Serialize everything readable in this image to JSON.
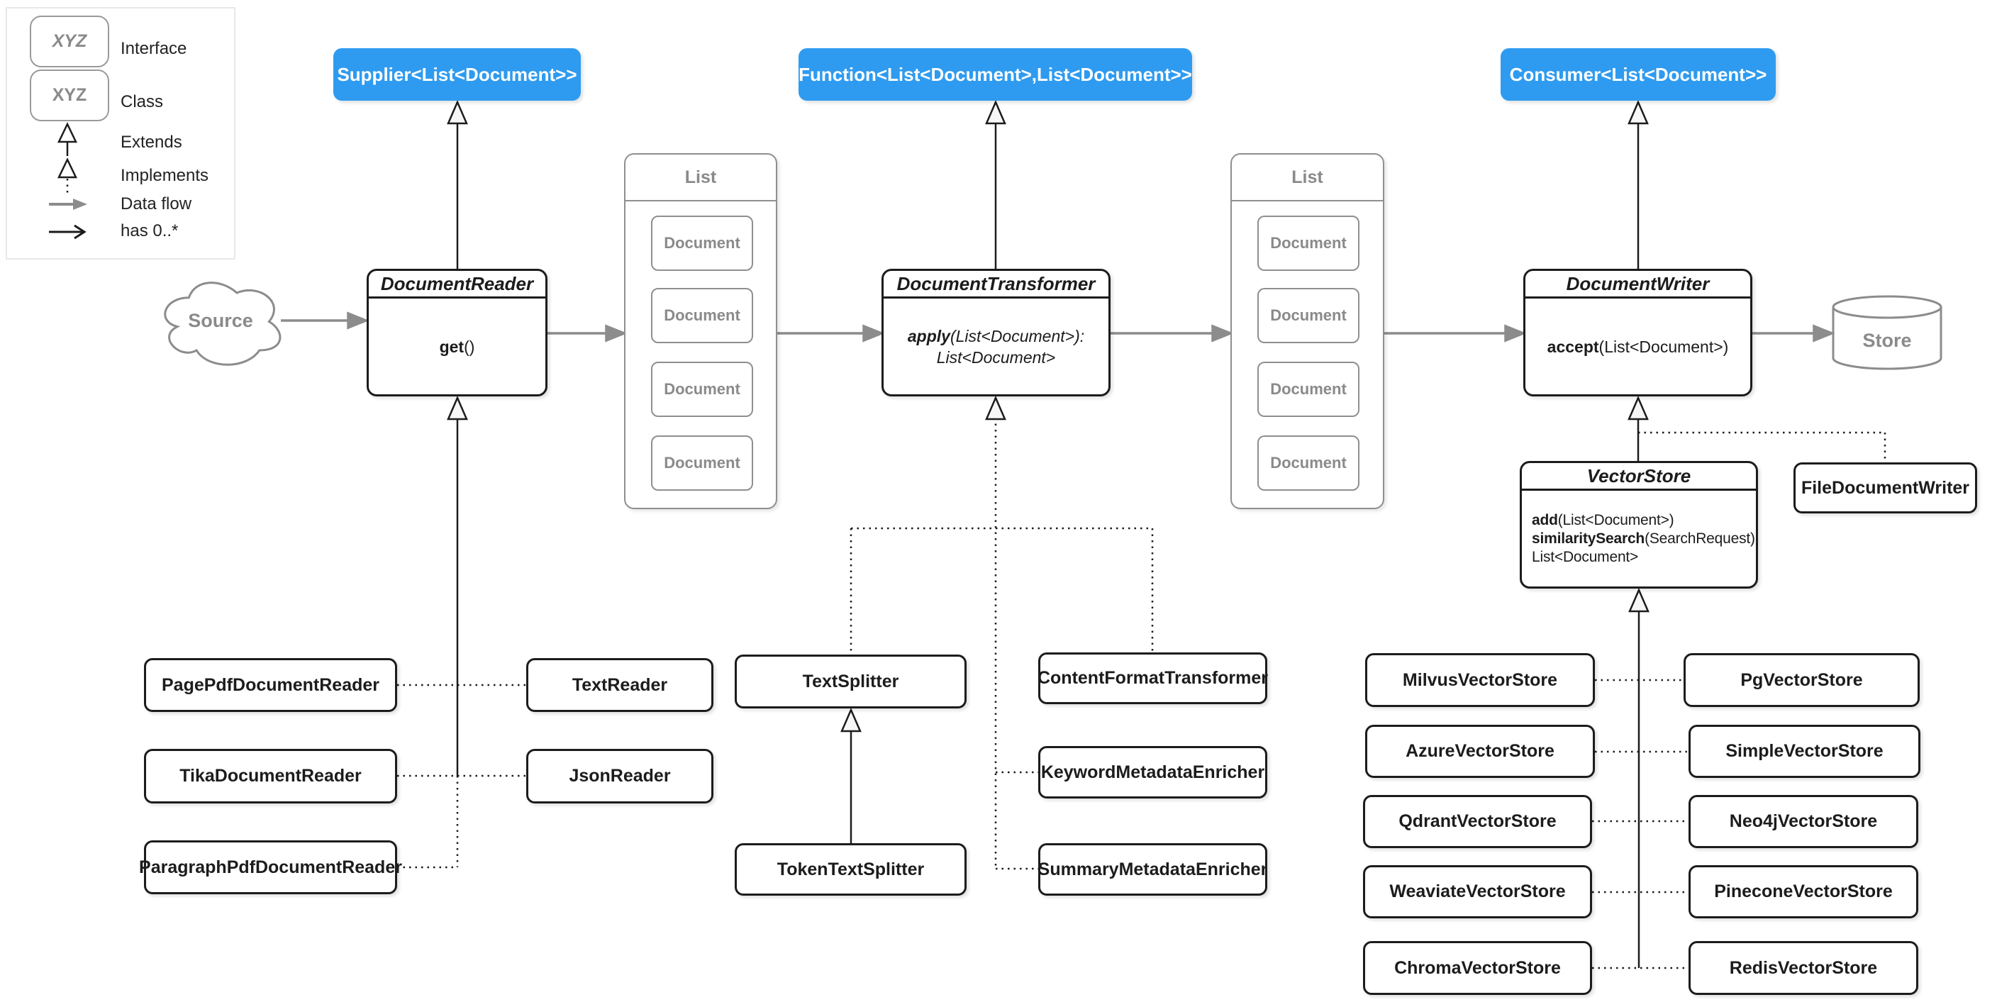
{
  "colors": {
    "interface_fill": "#2e9bf0",
    "interface_text": "#ffffff",
    "muted_gray": "#8c8c8c",
    "line_black": "#1c1c1c"
  },
  "legend": {
    "interface_sample": "XYZ",
    "interface_label": "Interface",
    "class_sample": "XYZ",
    "class_label": "Class",
    "extends_label": "Extends",
    "implements_label": "Implements",
    "data_flow_label": "Data flow",
    "has_label": "has 0..*"
  },
  "interfaces": {
    "supplier": "Supplier<List<Document>>",
    "function": "Function<List<Document>,List<Document>>",
    "consumer": "Consumer<List<Document>>"
  },
  "pipeline": {
    "source_label": "Source",
    "store_label": "Store",
    "document_reader": {
      "title": "DocumentReader",
      "method_name": "get",
      "method_args": "()"
    },
    "document_transformer": {
      "title": "DocumentTransformer",
      "method_name": "apply",
      "method_args": "(List<Document>):",
      "method_return": "List<Document>"
    },
    "document_writer": {
      "title": "DocumentWriter",
      "method_name": "accept",
      "method_args": "(List<Document>)"
    },
    "vector_store": {
      "title": "VectorStore",
      "m1_name": "add",
      "m1_args": "(List<Document>)",
      "m2_name": "similaritySearch",
      "m2_args": "(SearchRequest):",
      "m2_return": "List<Document>"
    },
    "file_document_writer": "FileDocumentWriter",
    "input_list": {
      "title": "List",
      "items": [
        "Document",
        "Document",
        "Document",
        "Document"
      ]
    },
    "output_list": {
      "title": "List",
      "items": [
        "Document",
        "Document",
        "Document",
        "Document"
      ]
    }
  },
  "readers": {
    "page_pdf": "PagePdfDocumentReader",
    "tika": "TikaDocumentReader",
    "paragraph_pdf": "ParagraphPdfDocumentReader",
    "text": "TextReader",
    "json": "JsonReader"
  },
  "transformers": {
    "text_splitter": "TextSplitter",
    "token_text_splitter": "TokenTextSplitter",
    "content_format": "ContentFormatTransformer",
    "keyword_metadata": "KeywordMetadataEnricher",
    "summary_metadata": "SummaryMetadataEnricher"
  },
  "vector_stores": {
    "milvus": "MilvusVectorStore",
    "azure": "AzureVectorStore",
    "qdrant": "QdrantVectorStore",
    "weaviate": "WeaviateVectorStore",
    "chroma": "ChromaVectorStore",
    "pg": "PgVectorStore",
    "simple": "SimpleVectorStore",
    "neo4j": "Neo4jVectorStore",
    "pinecone": "PineconeVectorStore",
    "redis": "RedisVectorStore"
  }
}
